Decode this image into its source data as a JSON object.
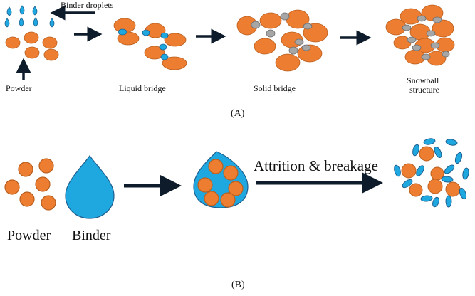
{
  "panel_a": {
    "label": "(A)",
    "binder_droplets_label": "Binder droplets",
    "powder_label": "Powder",
    "stages": [
      "Liquid bridge",
      "Solid bridge",
      "Snowball",
      "structure"
    ]
  },
  "panel_b": {
    "label": "(B)",
    "powder_label": "Powder",
    "binder_label": "Binder",
    "attrition_label": "Attrition & breakage"
  },
  "colors": {
    "particle": "#ED7D31",
    "particle_stroke": "#B85F1F",
    "binder": "#1FA8E0",
    "binder_stroke": "#1E5F8F",
    "solid_bridge": "#A6A6A6",
    "arrow": "#0D1B2A"
  }
}
